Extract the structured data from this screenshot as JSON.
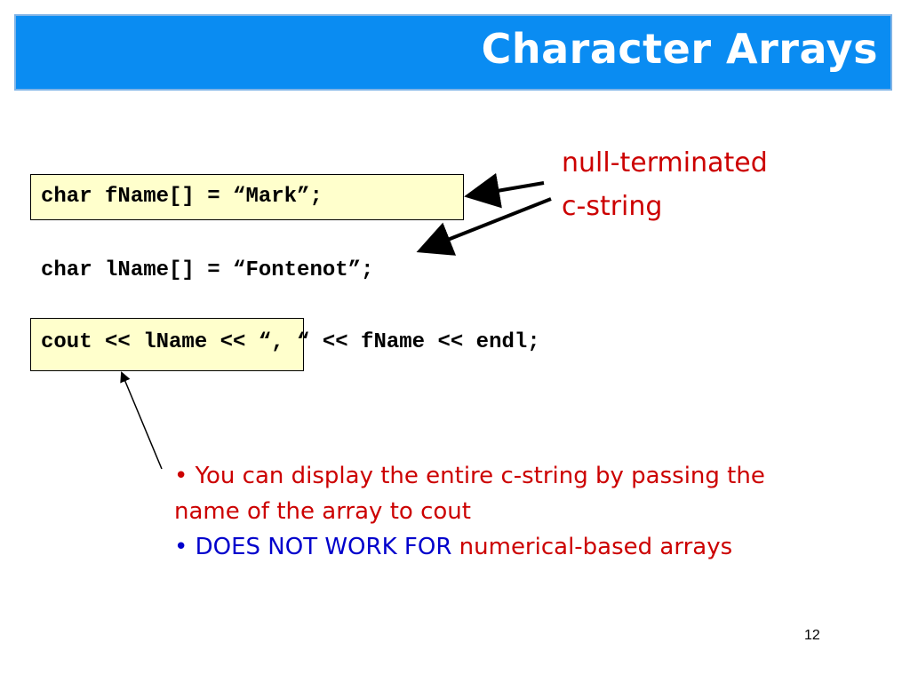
{
  "slide": {
    "title": "Character Arrays",
    "number": "12"
  },
  "code": {
    "line1": "char fName[] = “Mark”;",
    "line2": "char lName[] = “Fontenot”;",
    "line3": "cout << lName << “, “ << fName << endl;"
  },
  "annotation": {
    "line1": "null-terminated",
    "line2": "c-string"
  },
  "note": {
    "bullet1": "• You can display the entire c-string by passing the name of the array to cout",
    "bullet2_prefix": "• DOES NOT WORK FOR",
    "bullet2_suffix": " numerical-based arrays"
  },
  "colors": {
    "title_bar": "#0a8cf2",
    "highlight": "#ffffcc",
    "annotation_red": "#cc0000",
    "emphasis_blue": "#0000cc"
  }
}
